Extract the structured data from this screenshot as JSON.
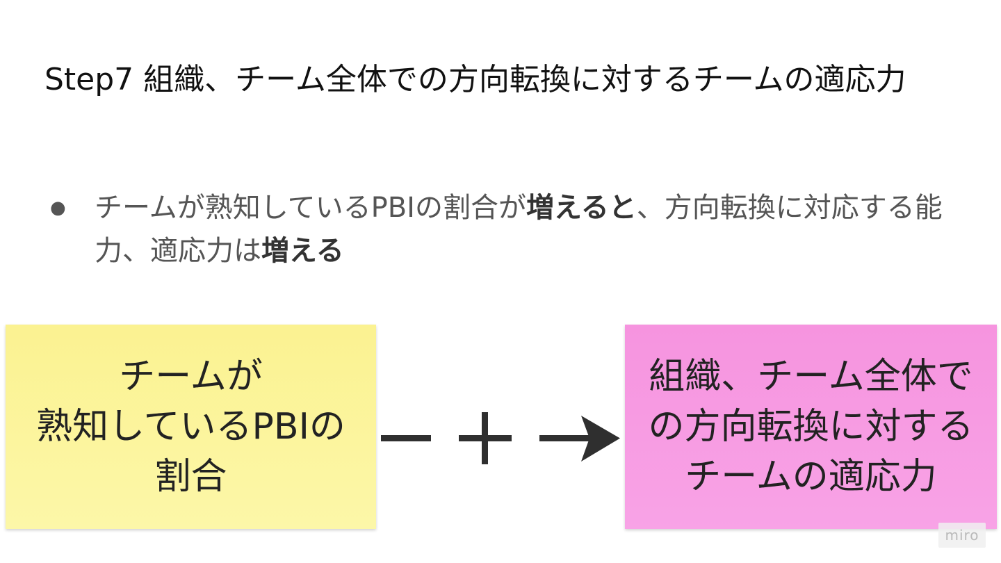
{
  "slide": {
    "title": "Step7 組織、チーム全体での方向転換に対するチームの適応力",
    "bullet": {
      "marker": "●",
      "text_before_bold1": "チームが熟知しているPBIの割合が",
      "bold1": "増えると",
      "text_between": "、方向転換に対応する能力、適応力は",
      "bold2": "増える"
    }
  },
  "diagram": {
    "left_sticky": {
      "color": "#fbf291",
      "lines": [
        "チームが",
        "熟知しているPBIの",
        "割合"
      ]
    },
    "right_sticky": {
      "color": "#f694df",
      "lines": [
        "組織、チーム全体で",
        "の方向転換に対する",
        "チームの適応力"
      ]
    },
    "relation_icons": [
      "minus-icon",
      "plus-icon",
      "arrow-right-icon"
    ]
  },
  "watermark": {
    "text": "miro"
  }
}
